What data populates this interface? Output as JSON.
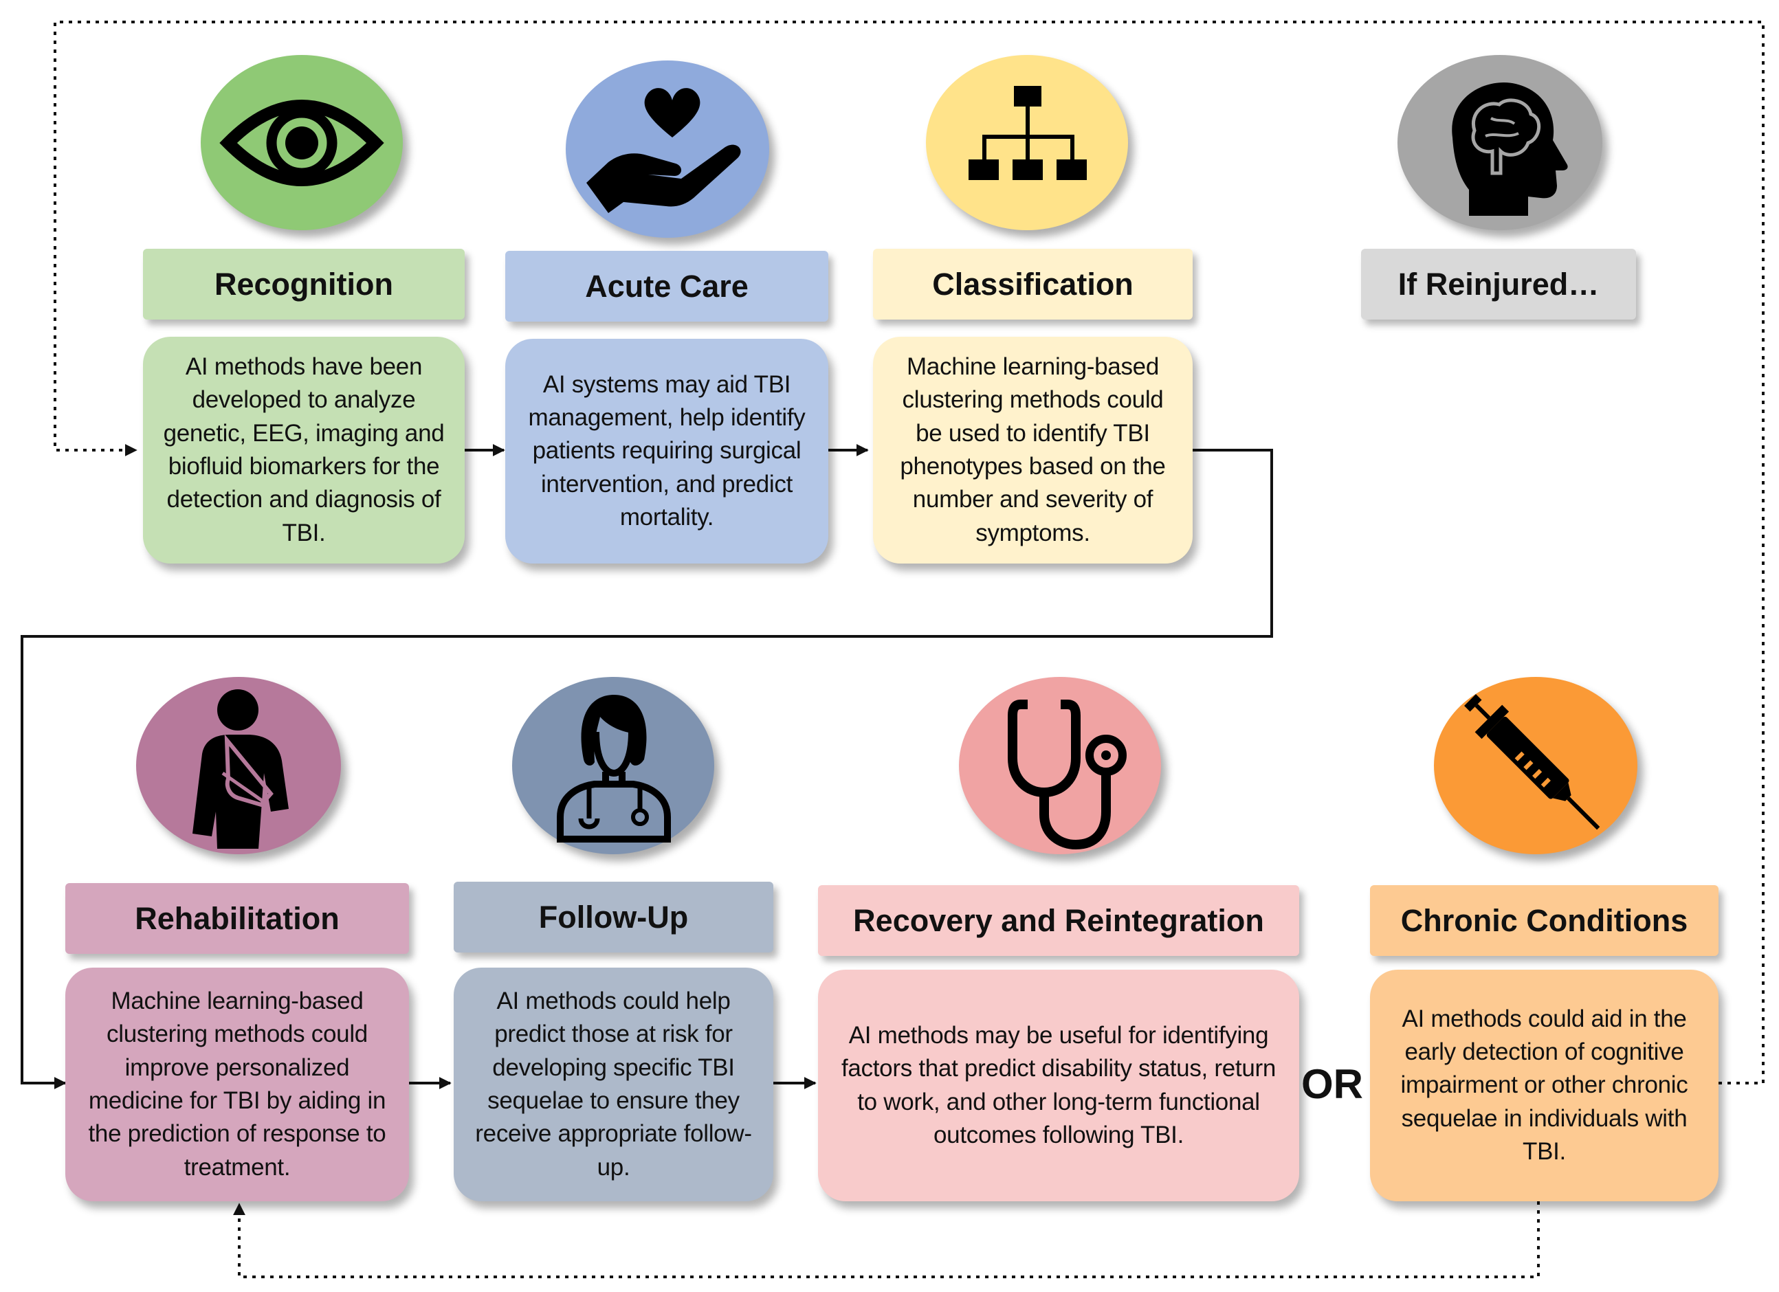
{
  "colors": {
    "recognition": {
      "circle": "#8fc975",
      "label": "#c5e0b4",
      "desc": "#c5e0b4"
    },
    "acute_care": {
      "circle": "#8faadc",
      "label": "#b4c7e7",
      "desc": "#b4c7e7"
    },
    "classification": {
      "circle": "#ffe38a",
      "label": "#fff2cc",
      "desc": "#fff2cc"
    },
    "reinjured": {
      "circle": "#a6a6a6",
      "label": "#d9d9d9"
    },
    "rehabilitation": {
      "circle": "#b6799b",
      "label": "#d5a6bd",
      "desc": "#d5a6bd"
    },
    "follow_up": {
      "circle": "#7f93b0",
      "label": "#adb9ca",
      "desc": "#adb9ca"
    },
    "recovery": {
      "circle": "#f0a3a3",
      "label": "#f8cbcb",
      "desc": "#f8cbcb"
    },
    "chronic": {
      "circle": "#fb9a36",
      "label": "#fdca92",
      "desc": "#fdca92"
    }
  },
  "steps": {
    "recognition": {
      "icon": "eye-icon",
      "title": "Recognition",
      "text": "AI methods have been developed to analyze genetic, EEG, imaging and biofluid biomarkers for the detection and diagnosis of TBI."
    },
    "acute_care": {
      "icon": "hand-heart-icon",
      "title": "Acute Care",
      "text": "AI systems may aid TBI management, help identify patients requiring surgical intervention, and predict mortality."
    },
    "classification": {
      "icon": "hierarchy-icon",
      "title": "Classification",
      "text": "Machine learning-based clustering methods could be used to identify TBI phenotypes based on the number and severity of symptoms."
    },
    "reinjured": {
      "icon": "brain-head-icon",
      "title": "If Reinjured…"
    },
    "rehabilitation": {
      "icon": "arm-sling-icon",
      "title": "Rehabilitation",
      "text": "Machine learning-based clustering methods could improve personalized medicine for TBI by aiding in the prediction of response to treatment."
    },
    "follow_up": {
      "icon": "doctor-icon",
      "title": "Follow-Up",
      "text": "AI methods could help predict those at risk for developing specific TBI sequelae to ensure they receive appropriate follow-up."
    },
    "recovery": {
      "icon": "stethoscope-icon",
      "title": "Recovery and Reintegration",
      "text": "AI methods may be useful for identifying factors that predict disability status, return to work, and other long-term functional outcomes following TBI."
    },
    "chronic": {
      "icon": "syringe-icon",
      "title": "Chronic Conditions",
      "text": "AI methods could aid in the early detection of cognitive impairment or other chronic sequelae in individuals with TBI."
    }
  },
  "or_label": "OR"
}
